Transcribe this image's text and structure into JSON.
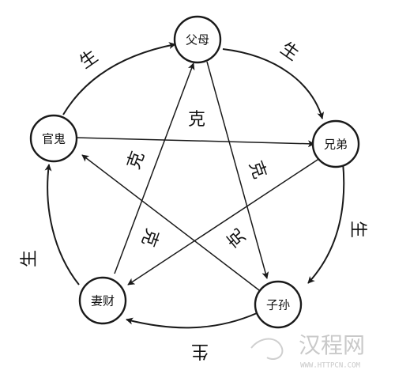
{
  "diagram": {
    "nodes": {
      "fumu": "父母",
      "xiongdi": "兄弟",
      "zisun": "子孙",
      "qicai": "妻财",
      "guangui": "官鬼"
    },
    "sheng_labels": [
      "生",
      "生",
      "生",
      "生",
      "生"
    ],
    "ke_labels": [
      "克",
      "克",
      "克",
      "克",
      "克"
    ]
  },
  "watermark": {
    "text": "汉程网",
    "url": "WWW.HTTPCN.COM"
  },
  "colors": {
    "ink": "#1a1a1a",
    "background": "#ffffff",
    "watermark": "#c9c9c9"
  }
}
